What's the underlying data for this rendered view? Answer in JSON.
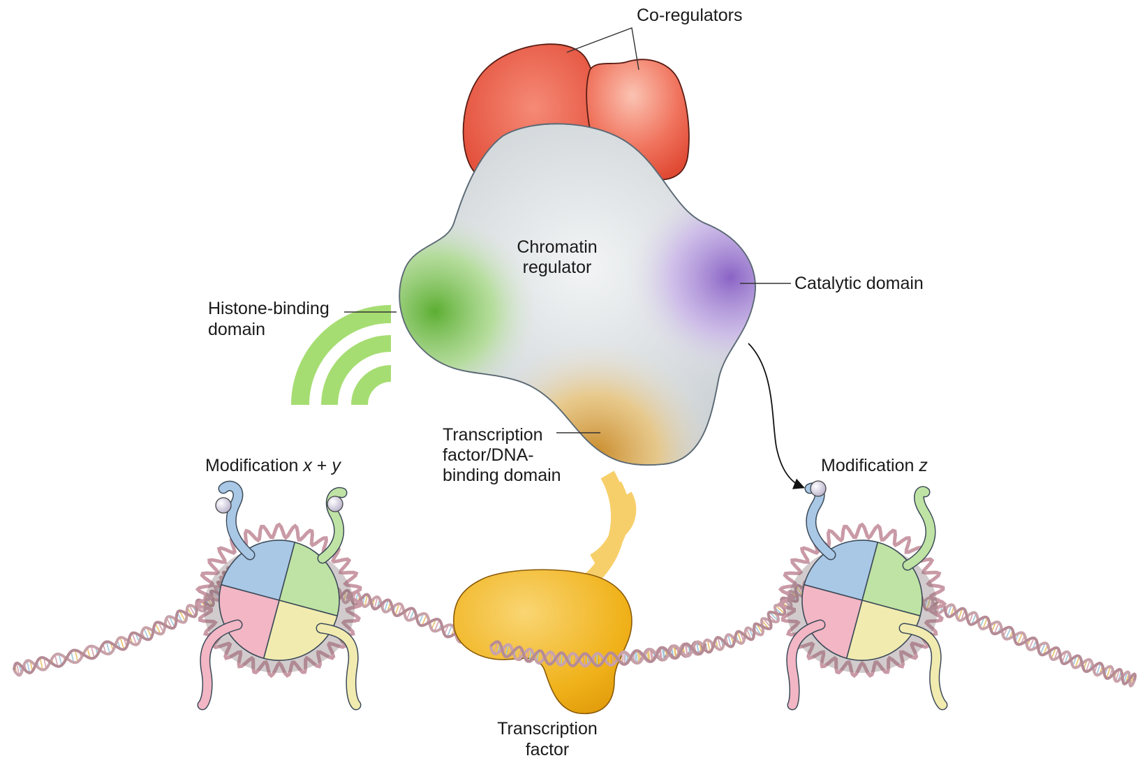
{
  "labels": {
    "co_regulators": "Co-regulators",
    "chromatin_regulator_line1": "Chromatin",
    "chromatin_regulator_line2": "regulator",
    "catalytic_domain": "Catalytic domain",
    "histone_binding_line1": "Histone-binding",
    "histone_binding_line2": "domain",
    "tf_dna_binding_line1": "Transcription",
    "tf_dna_binding_line2": "factor/DNA-",
    "tf_dna_binding_line3": "binding domain",
    "modification_xy_prefix": "Modification ",
    "modification_x": "x",
    "modification_plus": " + ",
    "modification_y": "y",
    "modification_z_prefix": "Modification ",
    "modification_z": "z",
    "transcription_factor_line1": "Transcription",
    "transcription_factor_line2": "factor"
  },
  "colors": {
    "co_regulator": "#ea5a45",
    "chromatin_body": "#e4e7e9",
    "histone_domain": "#6bbf3a",
    "catalytic_domain": "#9a7ccc",
    "tf_domain": "#e0a640",
    "transcription_factor": "#f2b51e",
    "signal_green": "#a6dd72",
    "signal_yellow": "#f7cf6a",
    "histone_blue": "#a9c8e6",
    "histone_green": "#bfe3a4",
    "histone_yellow": "#f1ebb0",
    "histone_pink": "#f2b6c4",
    "dna": "#c8a2aa"
  }
}
